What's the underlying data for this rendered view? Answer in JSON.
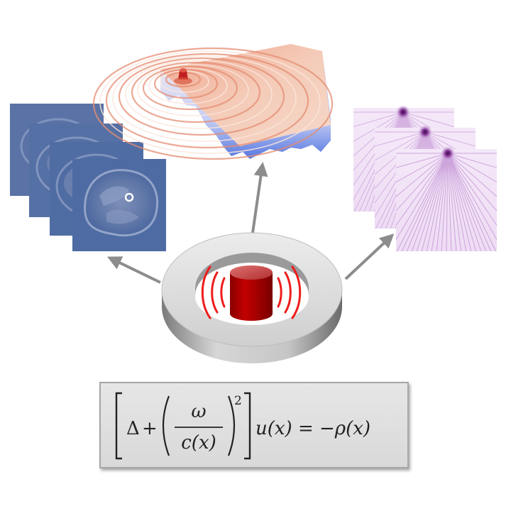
{
  "equation": {
    "delta": "Δ",
    "plus": "+",
    "numerator": "ω",
    "denominator": "c(x)",
    "exponent": "2",
    "rhs": "u(x) = −ρ(x)"
  },
  "colors": {
    "ct_slice": "#4e6ba3",
    "wavefield_peak": "#c02020",
    "wavefield_base": "#6f8fe0",
    "transducer": "#b00000",
    "wave_lines": "#ee1c1c",
    "ring": "#d4d4d4",
    "arrow": "#8c8c8c",
    "ray_slice": "#cba6da"
  }
}
